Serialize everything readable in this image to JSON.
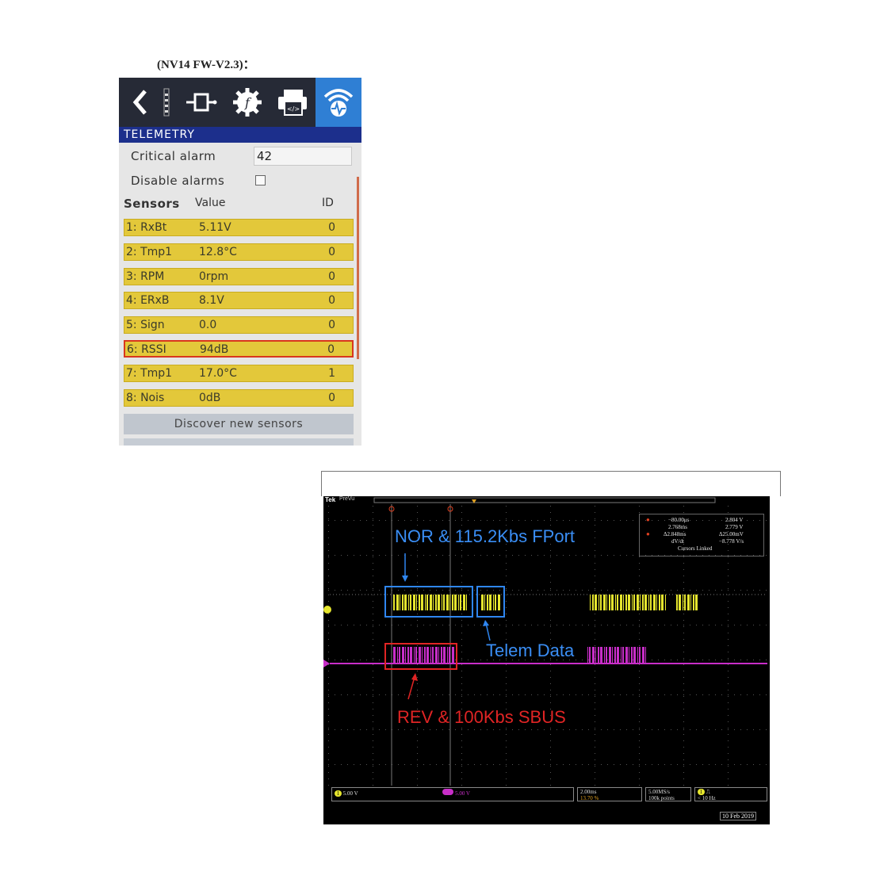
{
  "caption": "(NV14 FW-V2.3)：",
  "radio": {
    "tab_title": "TELEMETRY",
    "critical_alarm_label": "Critical alarm",
    "critical_alarm_value": "42",
    "disable_alarms_label": "Disable alarms",
    "headers": {
      "sensors": "Sensors",
      "value": "Value",
      "id": "ID"
    },
    "sensors": [
      {
        "name": "1: RxBt",
        "value": "5.11V",
        "id": "0"
      },
      {
        "name": "2: Tmp1",
        "value": "12.8°C",
        "id": "0"
      },
      {
        "name": "3: RPM",
        "value": "0rpm",
        "id": "0"
      },
      {
        "name": "4: ERxB",
        "value": "8.1V",
        "id": "0"
      },
      {
        "name": "5: Sign",
        "value": "0.0",
        "id": "0"
      },
      {
        "name": "6: RSSI",
        "value": "94dB",
        "id": "0"
      },
      {
        "name": "7: Tmp1",
        "value": "17.0°C",
        "id": "1"
      },
      {
        "name": "8: Nois",
        "value": "0dB",
        "id": "0"
      }
    ],
    "selected_index": 5,
    "discover_label": "Discover new sensors",
    "icons": [
      "back-icon",
      "page-indicator-icon",
      "model-setup-icon",
      "special-function-icon",
      "print-icon",
      "telemetry-icon"
    ]
  },
  "scope": {
    "brand": "Tek",
    "mode": "PreVu",
    "annotation_fport": "NOR & 115.2Kbs FPort",
    "annotation_telem": "Telem Data",
    "annotation_sbus": "REV & 100Kbs SBUS",
    "readout": {
      "r1a": "−80.00μs",
      "r1b": "2.804 V",
      "r2a": "2.768ms",
      "r2b": "2.779 V",
      "r3a": "Δ2.848ms",
      "r3b": "Δ25.00mV",
      "r4a": "dV/dt",
      "r4b": "−8.778 V/s",
      "r5": "Cursors Linked"
    },
    "ch1_scale": "5.00 V",
    "ch2_scale": "5.00 V",
    "timebase": "2.00ms",
    "trigger_pos": "13.70 %",
    "sample_rate": "5.00MS/s",
    "record_length": "100k points",
    "trigger_freq": "< 10 Hz",
    "date": "10 Feb  2019",
    "colors": {
      "ch1": "#e6e62e",
      "ch2": "#c82ec8",
      "fport_box": "#2f86f0",
      "sbus_box": "#e02424"
    }
  }
}
